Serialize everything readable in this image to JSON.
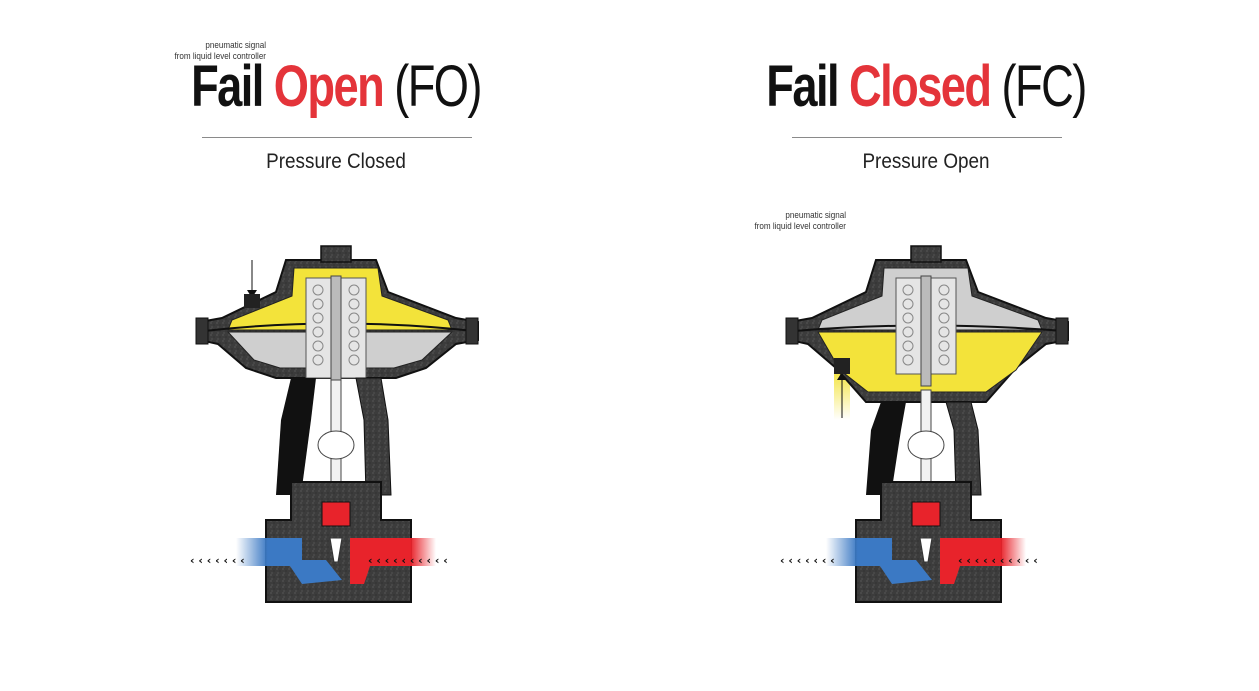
{
  "panels": [
    {
      "title_word1": "Fail",
      "title_word2": "Open",
      "title_abbr": "(FO)",
      "subtitle": "Pressure Closed",
      "signal_label_line1": "pneumatic signal",
      "signal_label_line2": "from liquid level controller",
      "pressure_chamber": "top",
      "signal_port": "top"
    },
    {
      "title_word1": "Fail",
      "title_word2": "Closed",
      "title_abbr": "(FC)",
      "subtitle": "Pressure Open",
      "signal_label_line1": "pneumatic signal",
      "signal_label_line2": "from liquid level controller",
      "pressure_chamber": "bottom",
      "signal_port": "bottom"
    }
  ],
  "colors": {
    "accent_red": "#e4343a",
    "pressure_yellow": "#f3e33a",
    "body_gray": "#3b3b3b",
    "inlet_red": "#e8232b",
    "outlet_blue": "#3b79c4"
  }
}
